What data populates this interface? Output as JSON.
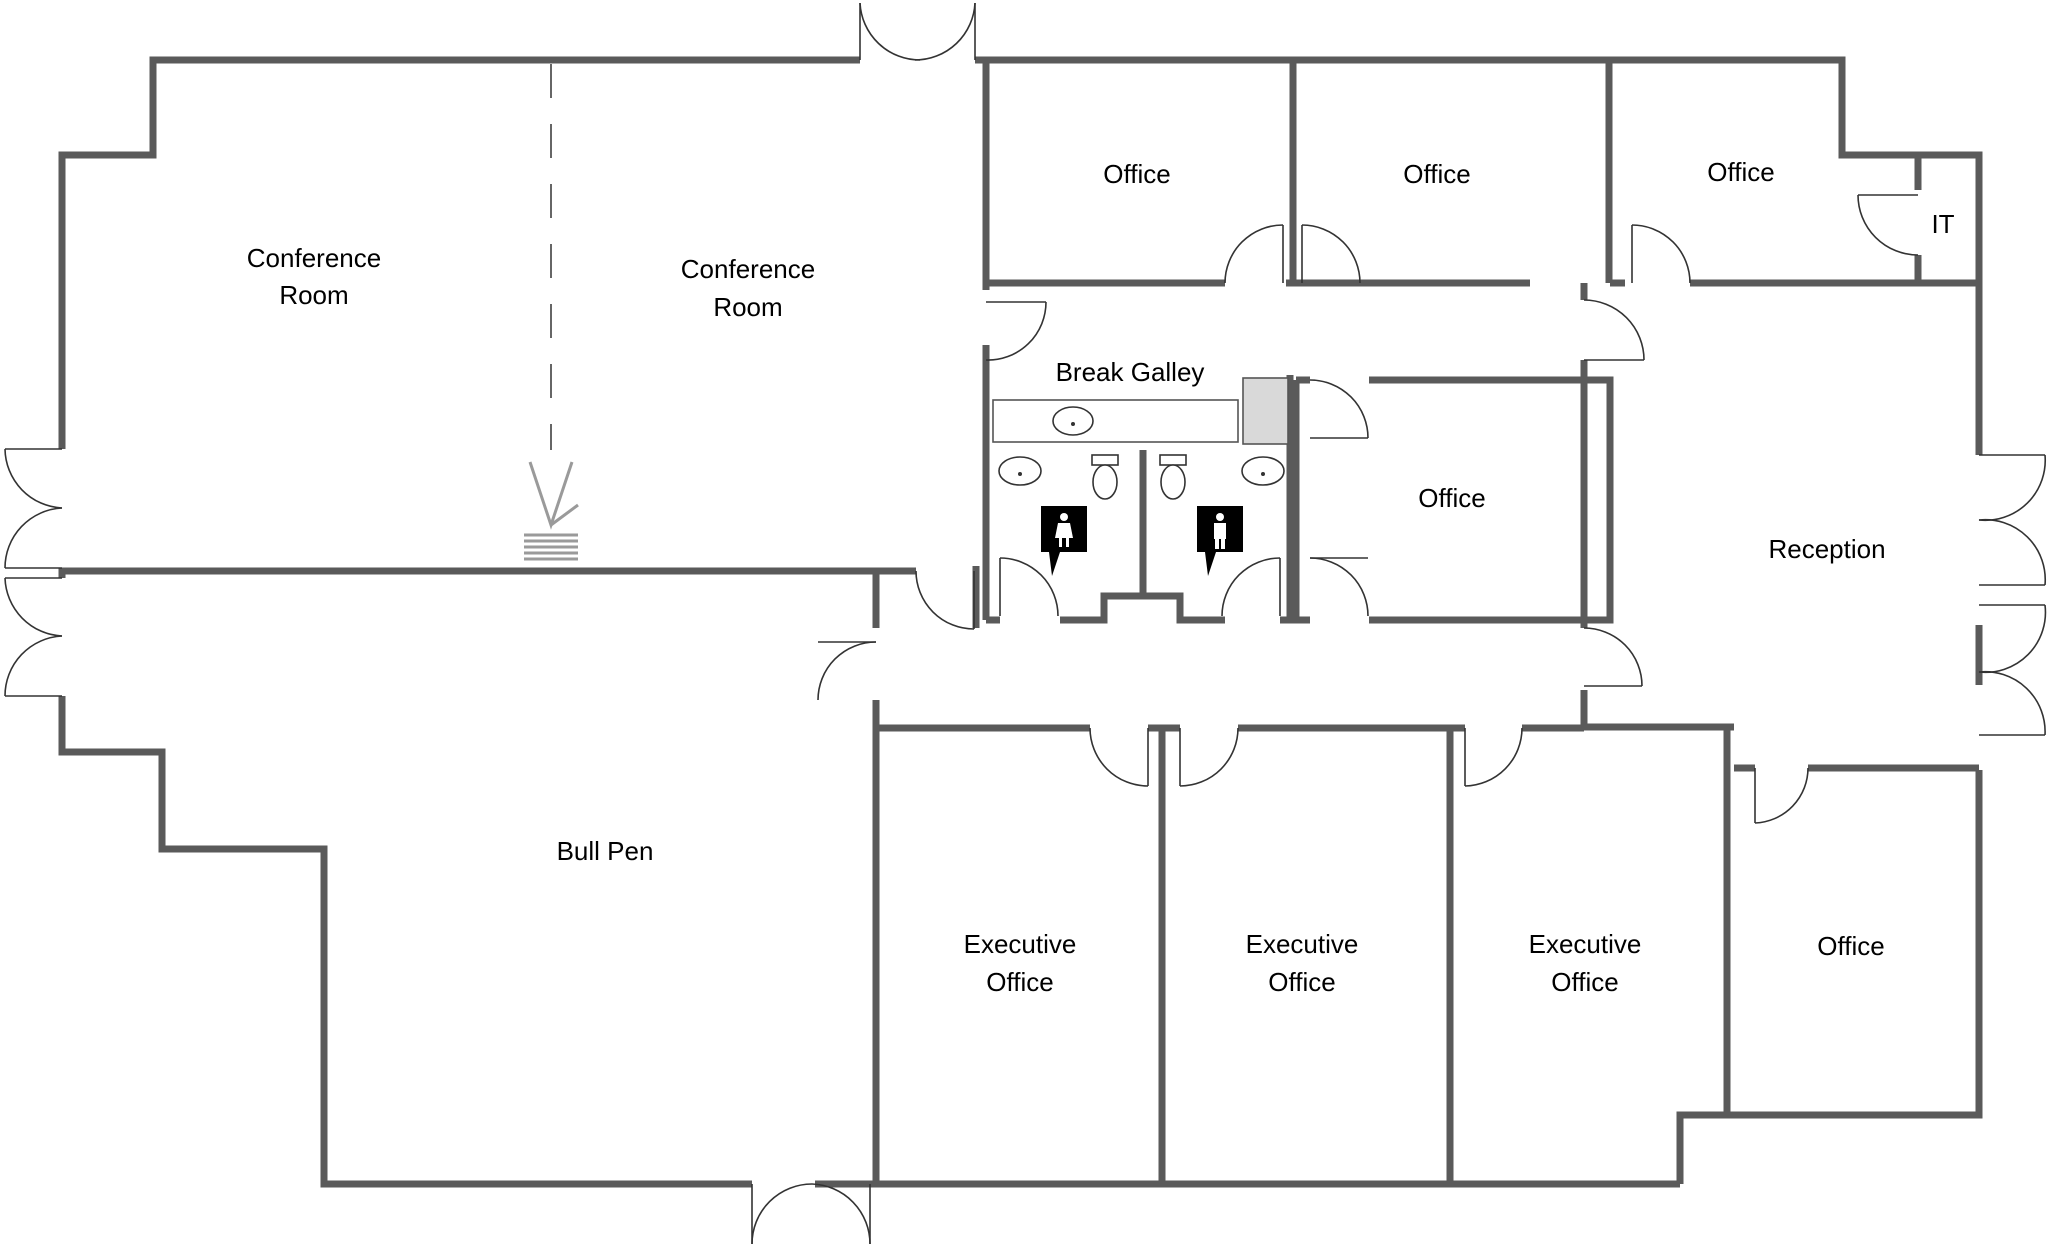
{
  "rooms": {
    "conference_left": {
      "line1": "Conference",
      "line2": "Room"
    },
    "conference_right": {
      "line1": "Conference",
      "line2": "Room"
    },
    "office_top_1": "Office",
    "office_top_2": "Office",
    "office_top_3": "Office",
    "it": "IT",
    "break_galley": "Break Galley",
    "office_center": "Office",
    "reception": "Reception",
    "bull_pen": "Bull Pen",
    "exec_1": {
      "line1": "Executive",
      "line2": "Office"
    },
    "exec_2": {
      "line1": "Executive",
      "line2": "Office"
    },
    "exec_3": {
      "line1": "Executive",
      "line2": "Office"
    },
    "office_bottom_right": "Office"
  },
  "restroom_signs": [
    "women-restroom-icon",
    "men-restroom-icon"
  ],
  "colors": {
    "wall": "#5a5a5a",
    "background": "#ffffff",
    "appliance": "#d9d9d9",
    "sign": "#000000"
  }
}
